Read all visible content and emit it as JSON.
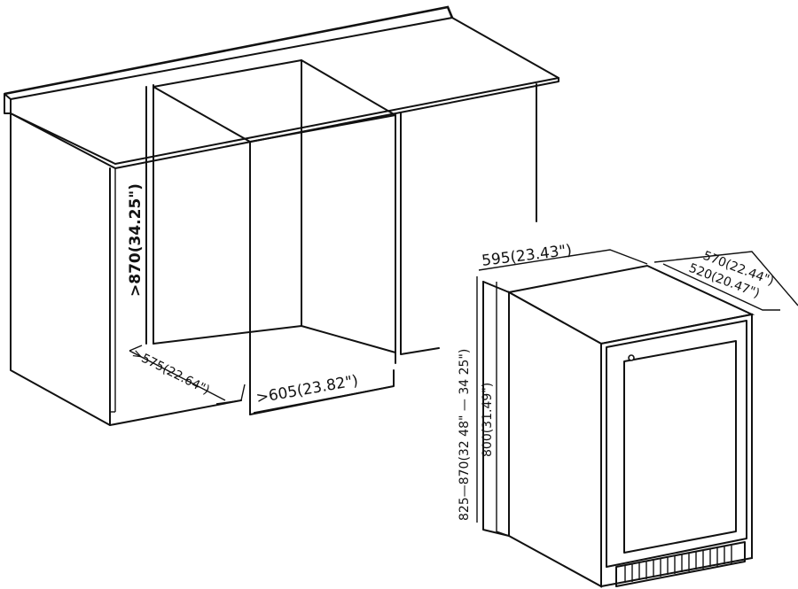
{
  "dimensions": {
    "cabinet_height": ">870(34.25\")",
    "cabinet_depth": ">575(22.64\")",
    "cabinet_width": ">605(23.82\")",
    "fridge_width": "595(23.43\")",
    "fridge_depth_outer": "570(22.44\")",
    "fridge_depth_inner": "520(20.47\")",
    "fridge_height_range": "825—870(32 48\" — 34 25\")",
    "fridge_height": "800(31.49\")"
  }
}
